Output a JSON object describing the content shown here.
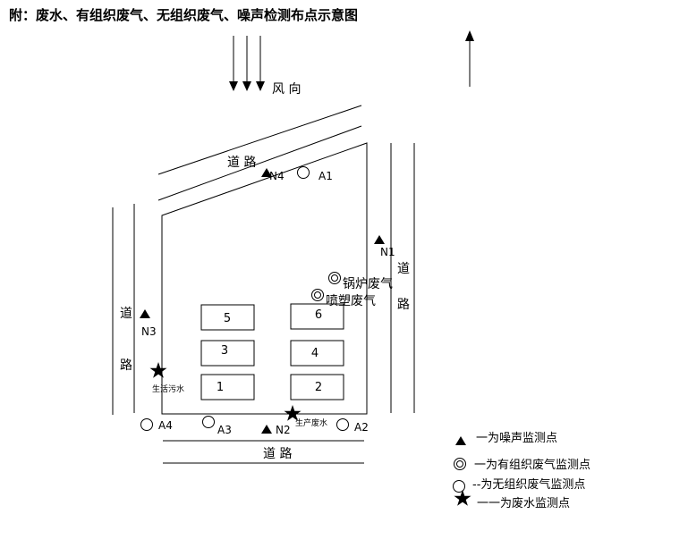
{
  "title": "附：废水、有组织废气、无组织废气、噪声检测布点示意图",
  "wind_label": "风  向",
  "roads": {
    "top": "道  路",
    "right_1": "道",
    "right_2": "路",
    "left_1": "道",
    "left_2": "路",
    "bottom": "道   路"
  },
  "buildings": [
    "1",
    "2",
    "3",
    "4",
    "5",
    "6"
  ],
  "noise_points": [
    "N1",
    "N2",
    "N3",
    "N4"
  ],
  "air_points": [
    "A1",
    "A2",
    "A3",
    "A4"
  ],
  "exhaust_points": [
    "锅炉废气",
    "喷塑废气"
  ],
  "wastewater_points": [
    "生活污水",
    "生产废水"
  ],
  "legend": {
    "noise": "一为噪声监测点",
    "organized": "一为有组织废气监测点",
    "unorganized": "--为无组织废气监测点",
    "wastewater": "一一为废水监测点"
  }
}
